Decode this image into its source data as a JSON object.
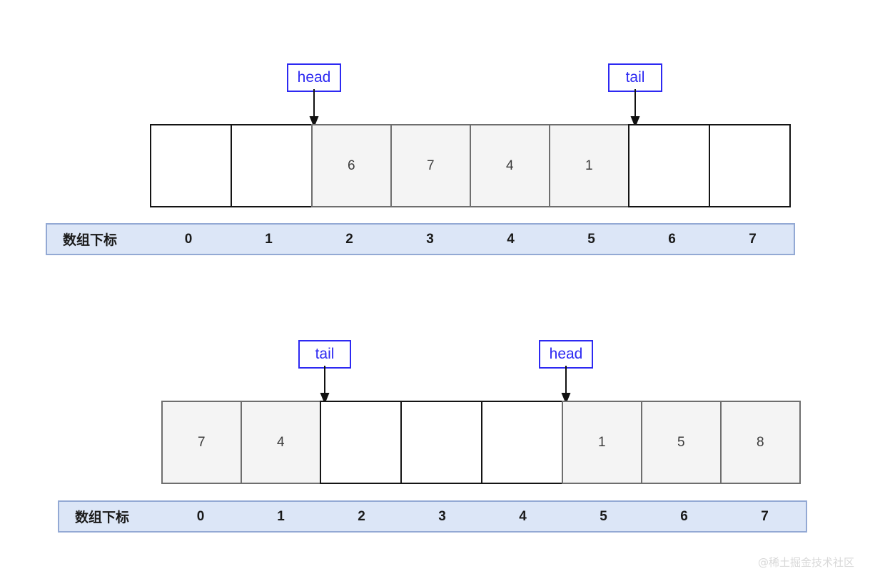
{
  "diagrams": [
    {
      "id": "circular-queue-state-1",
      "array": {
        "label": "array-row-top",
        "cells": [
          {
            "index": 0,
            "value": "",
            "state": "empty"
          },
          {
            "index": 1,
            "value": "",
            "state": "empty"
          },
          {
            "index": 2,
            "value": "6",
            "state": "filled"
          },
          {
            "index": 3,
            "value": "7",
            "state": "filled"
          },
          {
            "index": 4,
            "value": "4",
            "state": "filled"
          },
          {
            "index": 5,
            "value": "1",
            "state": "filled"
          },
          {
            "index": 6,
            "value": "",
            "state": "empty"
          },
          {
            "index": 7,
            "value": "",
            "state": "empty"
          }
        ]
      },
      "index_bar": {
        "title": "数组下标",
        "indices": [
          "0",
          "1",
          "2",
          "3",
          "4",
          "5",
          "6",
          "7"
        ]
      },
      "pointers": [
        {
          "label": "head",
          "at_index": 2
        },
        {
          "label": "tail",
          "at_index": 6
        }
      ]
    },
    {
      "id": "circular-queue-state-2",
      "array": {
        "label": "array-row-bottom",
        "cells": [
          {
            "index": 0,
            "value": "7",
            "state": "filled"
          },
          {
            "index": 1,
            "value": "4",
            "state": "filled"
          },
          {
            "index": 2,
            "value": "",
            "state": "empty"
          },
          {
            "index": 3,
            "value": "",
            "state": "empty"
          },
          {
            "index": 4,
            "value": "",
            "state": "empty"
          },
          {
            "index": 5,
            "value": "1",
            "state": "filled"
          },
          {
            "index": 6,
            "value": "5",
            "state": "filled"
          },
          {
            "index": 7,
            "value": "8",
            "state": "filled"
          }
        ]
      },
      "index_bar": {
        "title": "数组下标",
        "indices": [
          "0",
          "1",
          "2",
          "3",
          "4",
          "5",
          "6",
          "7"
        ]
      },
      "pointers": [
        {
          "label": "tail",
          "at_index": 2
        },
        {
          "label": "head",
          "at_index": 5
        }
      ]
    }
  ],
  "watermark": {
    "text": "@稀土掘金技术社区"
  },
  "colors": {
    "pointer_blue": "#2d29f2",
    "index_bar_bg": "#dce6f7",
    "index_bar_border": "#93a9d4",
    "filled_cell_bg": "#f4f4f4",
    "filled_cell_border": "#6e6e6e",
    "empty_cell_border": "#141414"
  }
}
